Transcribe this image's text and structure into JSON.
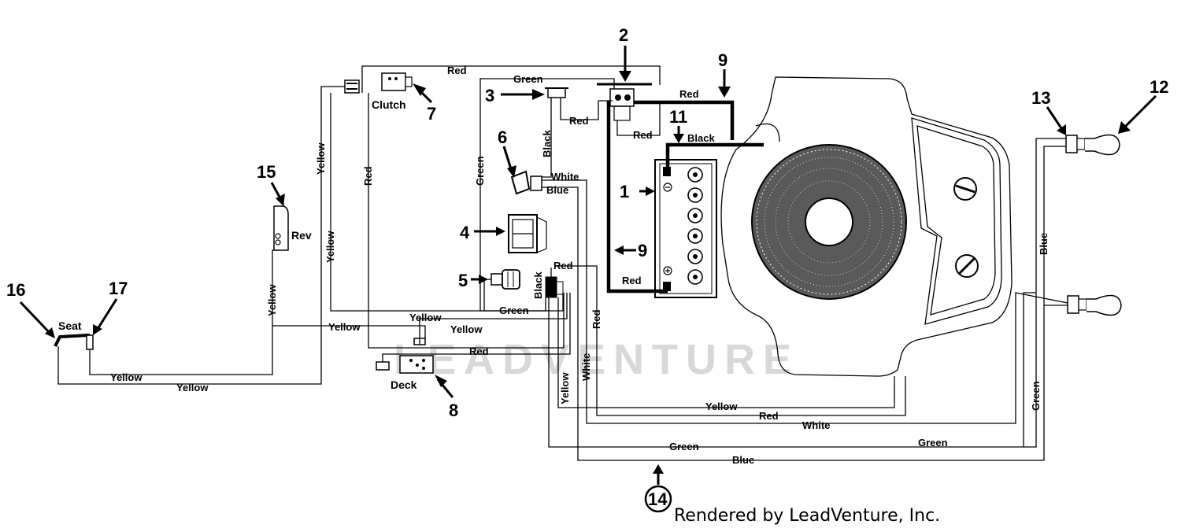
{
  "watermark": "LEADVENTURE",
  "credit": "Rendered by LeadVenture, Inc.",
  "components": {
    "clutch": "Clutch",
    "rev": "Rev",
    "seat": "Seat",
    "deck": "Deck"
  },
  "callouts": {
    "c1": "1",
    "c2": "2",
    "c3": "3",
    "c4": "4",
    "c5": "5",
    "c6": "6",
    "c7": "7",
    "c8": "8",
    "c9a": "9",
    "c9b": "9",
    "c11": "11",
    "c12": "12",
    "c13": "13",
    "c14": "14",
    "c15": "15",
    "c16": "16",
    "c17": "17"
  },
  "wires": {
    "red_top": "Red",
    "green_top": "Green",
    "red_sw3": "Red",
    "red_sw2": "Red",
    "red_batt_top": "Red",
    "black_batt": "Black",
    "black_vert": "Black",
    "white_6": "White",
    "blue_6": "Blue",
    "green_left": "Green",
    "red_left": "Red",
    "yellow_upper": "Yellow",
    "yellow_mid": "Yellow",
    "yellow_rev": "Yellow",
    "red_batt_bottom": "Red",
    "red_5": "Red",
    "black_5": "Black",
    "green_bottom": "Green",
    "yellow_h1": "Yellow",
    "yellow_h2": "Yellow",
    "yellow_h3": "Yellow",
    "red_deck": "Red",
    "yellow_seat1": "Yellow",
    "yellow_seat2": "Yellow",
    "red_vert_right": "Red",
    "white_vert": "White",
    "yellow_vert": "Yellow",
    "yellow_long": "Yellow",
    "red_long": "Red",
    "white_long": "White",
    "green_long1": "Green",
    "green_long2": "Green",
    "blue_long": "Blue",
    "blue_right": "Blue",
    "green_right": "Green"
  }
}
